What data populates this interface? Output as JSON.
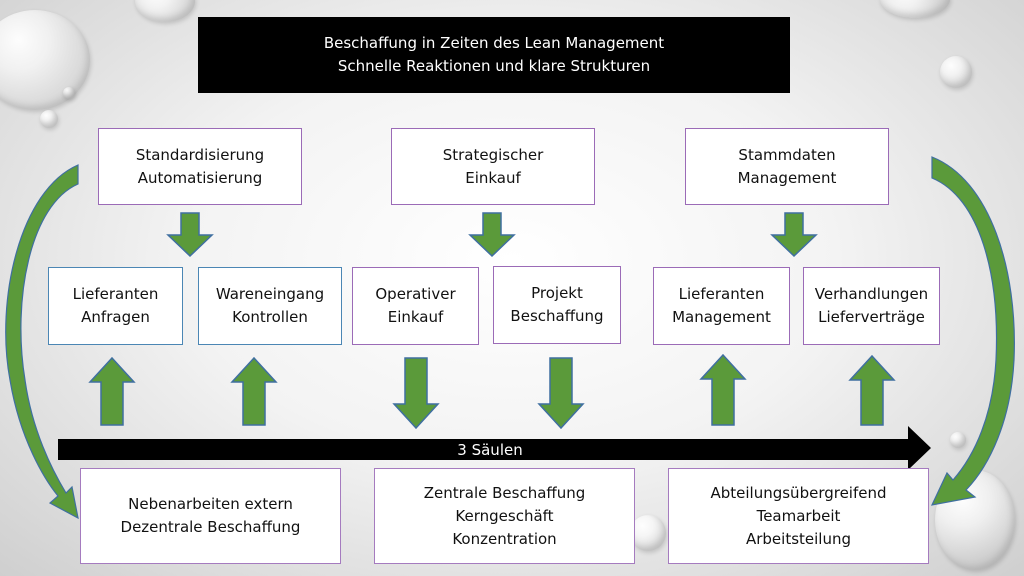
{
  "header": {
    "line1": "Beschaffung in Zeiten des Lean Management",
    "line2": "Schnelle Reaktionen und klare Strukturen"
  },
  "top_boxes": [
    {
      "line1": "Standardisierung",
      "line2": "Automatisierung"
    },
    {
      "line1": "Strategischer",
      "line2": "Einkauf"
    },
    {
      "line1": "Stammdaten",
      "line2": "Management"
    }
  ],
  "mid_boxes": [
    {
      "line1": "Lieferanten",
      "line2": "Anfragen"
    },
    {
      "line1": "Wareneingang",
      "line2": "Kontrollen"
    },
    {
      "line1": "Operativer",
      "line2": "Einkauf"
    },
    {
      "line1": "Projekt",
      "line2": "Beschaffung"
    },
    {
      "line1": "Lieferanten",
      "line2": "Management"
    },
    {
      "line1": "Verhandlungen",
      "line2": "Lieferverträge"
    }
  ],
  "axis": {
    "label": "3 Säulen"
  },
  "bottom_boxes": [
    {
      "line1": "Nebenarbeiten extern",
      "line2": "Dezentrale Beschaffung"
    },
    {
      "line1": "Zentrale Beschaffung",
      "line2": "Kerngeschäft",
      "line3": "Konzentration"
    },
    {
      "line1": "Abteilungsübergreifend",
      "line2": "Teamarbeit",
      "line3": "Arbeitsteilung"
    }
  ],
  "colors": {
    "arrow_green": "#5b9a3a",
    "arrow_outline": "#3f6fa0",
    "box_border_purple": "#9b6bb7",
    "box_border_blue": "#4b86b4",
    "header_bg": "#000000"
  }
}
